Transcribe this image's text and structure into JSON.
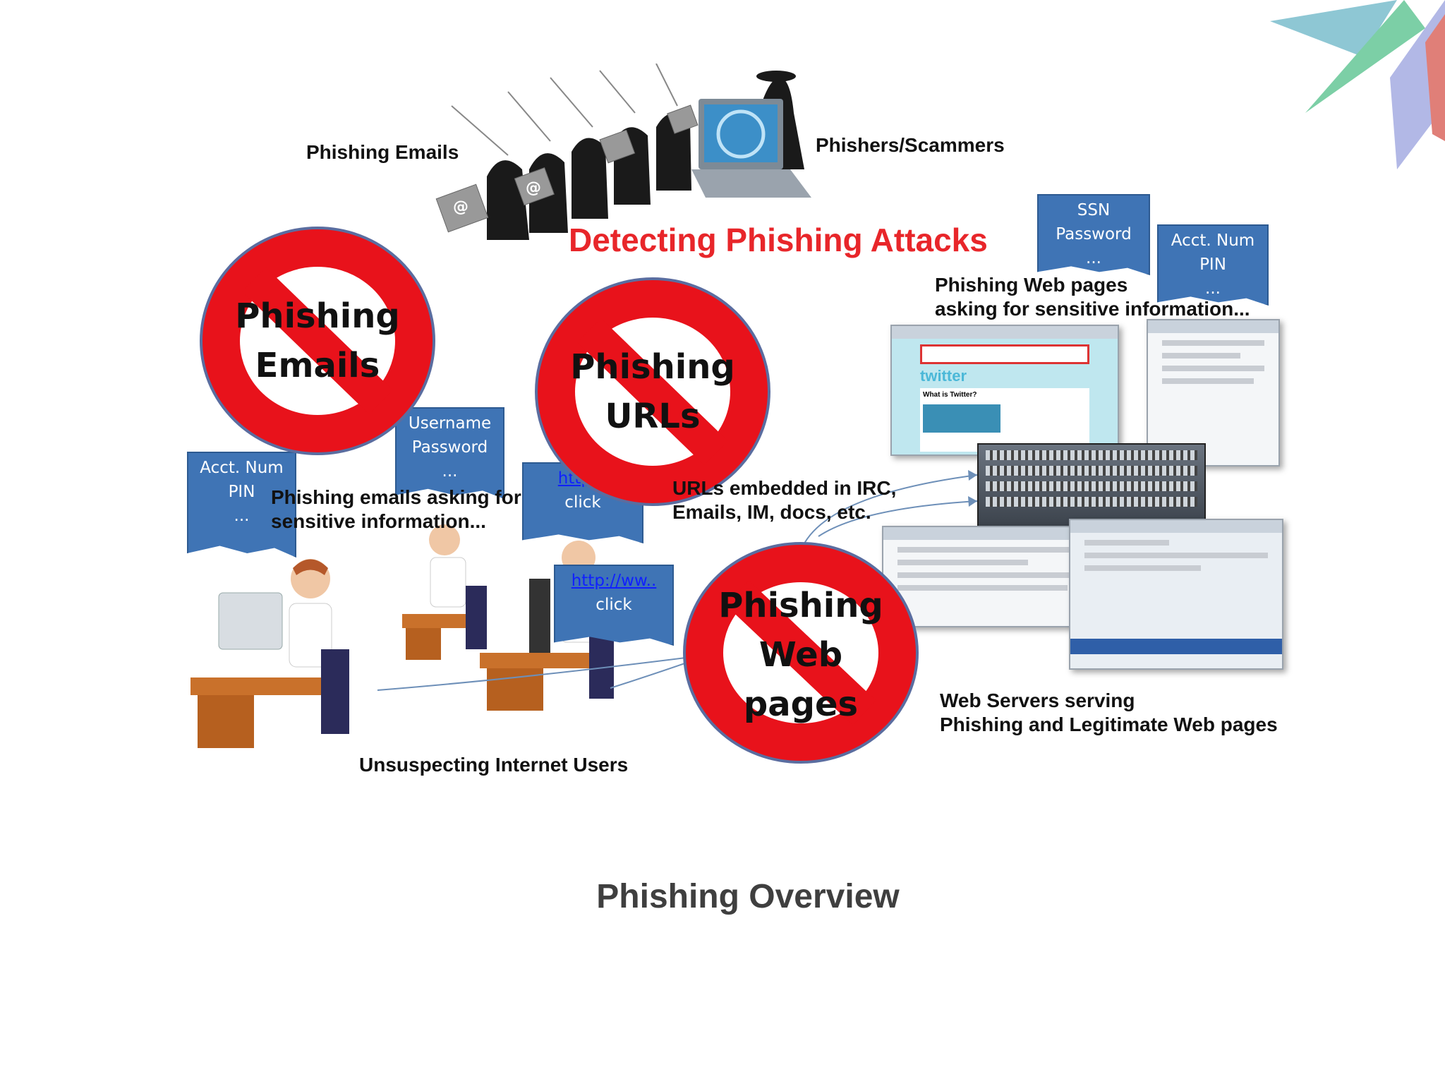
{
  "figure": {
    "title": "Detecting Phishing Attacks",
    "labels": {
      "phishing_emails": "Phishing Emails",
      "phishers": "Phishers/Scammers",
      "emails_asking_1": "Phishing emails asking for",
      "emails_asking_2": "sensitive information...",
      "urls_embedded_1": "URLs embedded in IRC,",
      "urls_embedded_2": "Emails, IM, docs, etc.",
      "webpages_asking_1": "Phishing Web pages",
      "webpages_asking_2": "asking for sensitive information...",
      "servers_1": "Web Servers serving",
      "servers_2": "Phishing and Legitimate Web pages",
      "users": "Unsuspecting Internet Users"
    },
    "ban_signs": [
      {
        "line1": "Phishing",
        "line2": "Emails"
      },
      {
        "line1": "Phishing",
        "line2": "URLs"
      },
      {
        "line1": "Phishing",
        "line2": "Web",
        "line3": "pages"
      }
    ],
    "notes": {
      "acct_left": {
        "l1": "Acct. Num",
        "l2": "PIN",
        "l3": "..."
      },
      "userpass": {
        "l1": "Username",
        "l2": "Password",
        "l3": "..."
      },
      "link1": {
        "l1": "http://",
        "l2": "click"
      },
      "link2": {
        "l1": "http://ww..",
        "l2": "click"
      },
      "ssn": {
        "l1": "SSN",
        "l2": "Password",
        "l3": "..."
      },
      "acct_right": {
        "l1": "Acct. Num",
        "l2": "PIN",
        "l3": "..."
      }
    },
    "screenshot_texts": {
      "twitter": "twitter",
      "what_is": "What is Twitter?"
    }
  },
  "caption": "Phishing Overview",
  "colors": {
    "ban_red": "#e8121b",
    "note_blue": "#3f74b5",
    "title_red": "#e8262a"
  }
}
